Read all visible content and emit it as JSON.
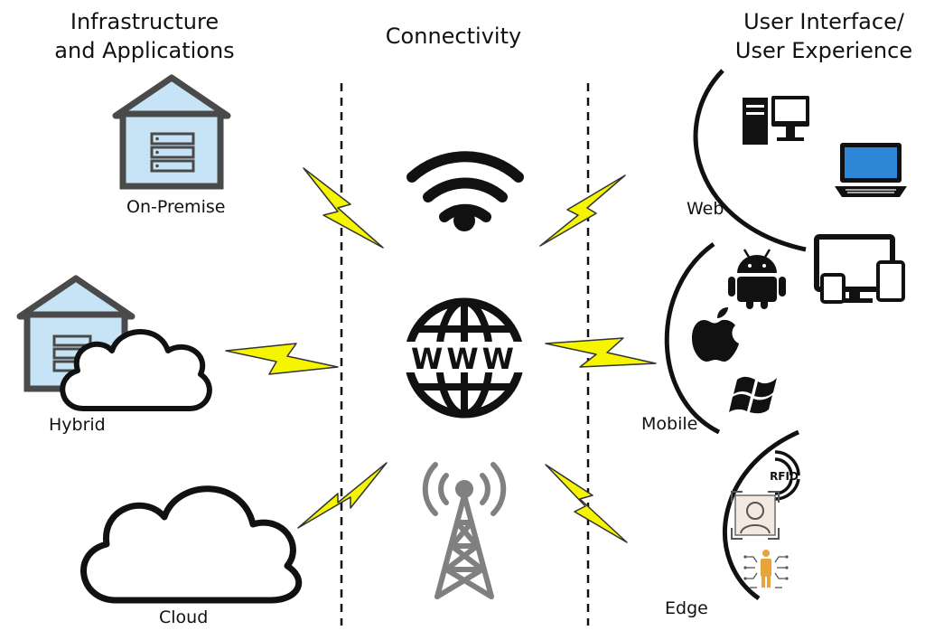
{
  "headings": {
    "infrastructure": "Infrastructure\nand Applications",
    "connectivity": "Connectivity",
    "ui_ux": "User Interface/\nUser Experience"
  },
  "infrastructure": {
    "on_premise": "On-Premise",
    "hybrid": "Hybrid",
    "cloud": "Cloud"
  },
  "connectivity": {
    "www_text": "WWW"
  },
  "ui_groups": {
    "web": "Web",
    "mobile": "Mobile",
    "edge": "Edge",
    "rfid": "RFID"
  },
  "colors": {
    "bolt": "#f5f500",
    "building_fill": "#c6e4f5",
    "building_stroke": "#4a4a4a",
    "tower": "#808080"
  }
}
